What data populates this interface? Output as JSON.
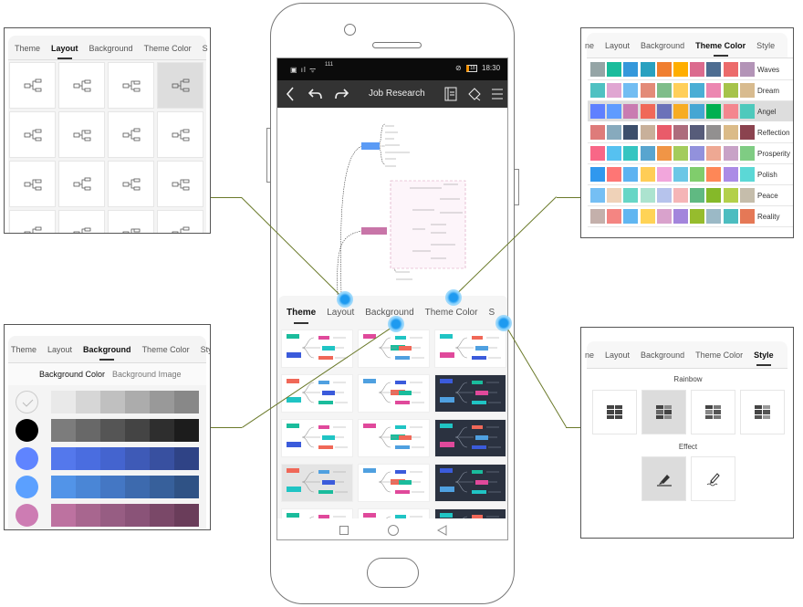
{
  "layout_panel": {
    "tabs": [
      "Theme",
      "Layout",
      "Background",
      "Theme Color",
      "S"
    ],
    "active": 1,
    "selected_cell": 3
  },
  "background_panel": {
    "tabs": [
      "Theme",
      "Layout",
      "Background",
      "Theme Color",
      "Sty"
    ],
    "active": 2,
    "subtabs": [
      "Background Color",
      "Background Image"
    ],
    "rows": [
      {
        "circle": "none",
        "shades": [
          "#e9e9e9",
          "#d6d6d6",
          "#c0c0c0",
          "#acacac",
          "#999999",
          "#888888"
        ]
      },
      {
        "circle": "#000000",
        "shades": [
          "#7c7c7c",
          "#686868",
          "#555555",
          "#444444",
          "#2e2e2e",
          "#1c1c1c"
        ]
      },
      {
        "circle": "#5f84ff",
        "shades": [
          "#5478ec",
          "#4a6de0",
          "#4464cf",
          "#3e5ab7",
          "#3850a0",
          "#2f4386"
        ]
      },
      {
        "circle": "#5ba0ff",
        "shades": [
          "#5294e8",
          "#4a86d6",
          "#4477c4",
          "#3d6aae",
          "#37609b",
          "#2f5285"
        ]
      },
      {
        "circle": "#cd7cb3",
        "shades": [
          "#bd72a0",
          "#a8668f",
          "#975d83",
          "#8a5378",
          "#7a4868",
          "#6a3d5a"
        ]
      }
    ]
  },
  "theme_color_panel": {
    "tabs": [
      "ne",
      "Layout",
      "Background",
      "Theme Color",
      "Style"
    ],
    "active": 3,
    "selected_row": 2,
    "rows": [
      {
        "name": "Waves",
        "colors": [
          "#95a5a6",
          "#1abc9c",
          "#3498db",
          "#2aa1c0",
          "#f07f30",
          "#ffae00",
          "#db6b8e",
          "#4e6d91",
          "#ec6b6b",
          "#b394b7"
        ]
      },
      {
        "name": "Dream",
        "colors": [
          "#4fc1c2",
          "#e0a6d2",
          "#72bdf2",
          "#e38b78",
          "#7fbd8a",
          "#ffcf5a",
          "#4aaed5",
          "#ec87b1",
          "#a6c34a",
          "#d8bb8f"
        ]
      },
      {
        "name": "Angel",
        "colors": [
          "#5f80ff",
          "#5f9bff",
          "#c97bb1",
          "#f06858",
          "#6b72b9",
          "#f7ac23",
          "#45a6d3",
          "#00b050",
          "#f4868e",
          "#4ec9bc"
        ]
      },
      {
        "name": "Reflection",
        "colors": [
          "#de7b7a",
          "#87aabd",
          "#3c4f6c",
          "#c8b09a",
          "#e95b6a",
          "#ad6c7c",
          "#575c7a",
          "#929090",
          "#dbbb88",
          "#8b434f"
        ]
      },
      {
        "name": "Prosperity",
        "colors": [
          "#f86787",
          "#56c1f0",
          "#35c5c1",
          "#58a5cf",
          "#f09546",
          "#a3cc5c",
          "#9291dc",
          "#eea893",
          "#c8a2c7",
          "#7fcc83"
        ]
      },
      {
        "name": "Polish",
        "colors": [
          "#3098ee",
          "#fe7675",
          "#5db3f1",
          "#ffcd56",
          "#f2a6dc",
          "#6bc7e6",
          "#80cd6c",
          "#fe8757",
          "#ab8be6",
          "#5bd8d6"
        ]
      },
      {
        "name": "Peace",
        "colors": [
          "#75bff4",
          "#efd2b8",
          "#66d6c6",
          "#ace3cf",
          "#b6c3ec",
          "#f5b5b7",
          "#60b982",
          "#85b929",
          "#b3d04a",
          "#c5bdab"
        ]
      },
      {
        "name": "Reality",
        "colors": [
          "#c4b0ab",
          "#f48582",
          "#60b6f1",
          "#ffd356",
          "#d9a2cc",
          "#a385dc",
          "#96bc2d",
          "#9bb9c6",
          "#4cbdc0",
          "#e57856"
        ]
      }
    ]
  },
  "style_panel": {
    "tabs": [
      "ne",
      "Layout",
      "Background",
      "Theme Color",
      "Style"
    ],
    "active": 4,
    "rainbow_label": "Rainbow",
    "rainbow_selected": 1,
    "effect_label": "Effect",
    "effect_selected": 0
  },
  "phone": {
    "status": {
      "left": "111",
      "time": "18:30",
      "battery": "18"
    },
    "toolbar": {
      "title": "Job Research"
    },
    "sheet_tabs": [
      "Theme",
      "Layout",
      "Background",
      "Theme Color",
      "S"
    ],
    "sheet_active": 0,
    "thumb_dark": [
      false,
      false,
      false,
      false,
      false,
      true,
      false,
      false,
      true,
      false,
      false,
      true,
      false,
      false,
      true
    ],
    "thumb_gray": [
      9
    ]
  },
  "colors": {
    "connector": "#6b7a2a",
    "hotspot": "#1e9af0"
  }
}
